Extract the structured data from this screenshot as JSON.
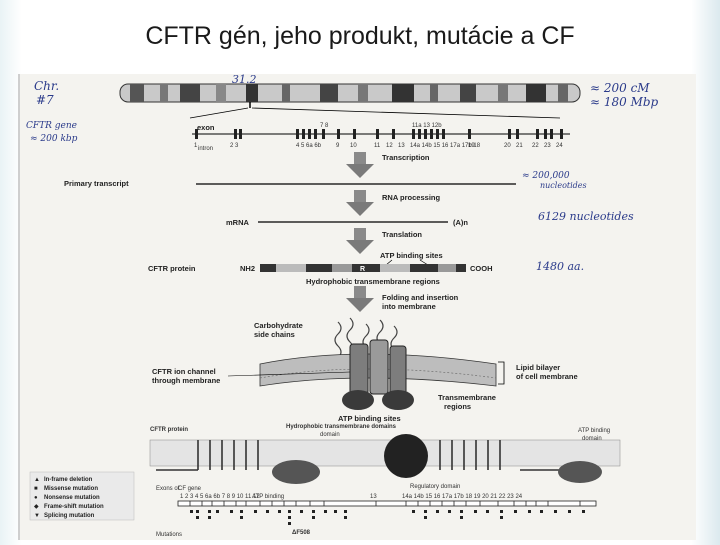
{
  "slide": {
    "title": "CFTR gén, jeho produkt, mutácie a CF"
  },
  "handwritten": {
    "chr_line1": "Chr.",
    "chr_line2": "#7",
    "band": "31.2",
    "size_cm": "≈ 200 cM",
    "size_mbp": "≈ 180 Mbp",
    "gene_line1": "CFTR gene",
    "gene_line2": "≈ 200 kbp",
    "transcript_len_1": "≈ 200,000",
    "transcript_len_2": "nucleotides",
    "mrna_len": "6129 nucleotides",
    "protein_len": "1480 aa."
  },
  "gene_map": {
    "exon_label": "exon",
    "intron_label": "intron",
    "exon_numbers_top": [
      "7 8",
      "11a 13 12b"
    ],
    "exon_numbers_bottom": [
      "1",
      "2 3",
      "4 5 6a 6b",
      "9",
      "10",
      "11",
      "12",
      "13",
      "14a 14b 15 16 17a 17b 18",
      "19",
      "20",
      "21",
      "22",
      "23",
      "24"
    ]
  },
  "flow": {
    "transcription": "Transcription",
    "primary_transcript": "Primary transcript",
    "rna_processing": "RNA processing",
    "mrna": "mRNA",
    "poly_a": "(A)n",
    "translation": "Translation",
    "atp_sites": "ATP binding sites",
    "cftr_protein": "CFTR protein",
    "nh2": "NH2",
    "cooh": "COOH",
    "r_domain": "R",
    "hydrophobic": "Hydrophobic transmembrane regions",
    "folding_1": "Folding and insertion",
    "folding_2": "into membrane"
  },
  "membrane": {
    "carbohydrate_1": "Carbohydrate",
    "carbohydrate_2": "side chains",
    "channel_1": "CFTR ion channel",
    "channel_2": "through membrane",
    "lipid_1": "Lipid bilayer",
    "lipid_2": "of cell membrane",
    "transmembrane_1": "Transmembrane",
    "transmembrane_2": "regions",
    "atp_sites_bottom": "ATP binding sites"
  },
  "domains": {
    "cftr_protein": "CFTR protein",
    "hydrophobic_domains": "Hydrophobic transmembrane domains",
    "atp_domain_left_1": "ATP binding",
    "atp_domain_left_2": "domain",
    "atp_domain_right_1": "ATP binding",
    "atp_domain_right_2": "domain",
    "regulatory": "Regulatory domain",
    "exons_of_cf_gene_1": "Exons of",
    "exons_of_cf_gene_2": "CF gene",
    "exon_scale_left": "1    2  3  4  5  6a  6b   7    8  9  10  11  12",
    "exon_scale_mid": "13",
    "exon_scale_right": "14a 14b 15 16 17a 17b 18  19   20 21 22 23      24",
    "mutations": "Mutations",
    "delta_f508": "ΔF508"
  },
  "legend": {
    "items": [
      {
        "symbol": "▲",
        "label": "In-frame deletion"
      },
      {
        "symbol": "■",
        "label": "Missense mutation"
      },
      {
        "symbol": "●",
        "label": "Nonsense mutation"
      },
      {
        "symbol": "◆",
        "label": "Frame-shift mutation"
      },
      {
        "symbol": "▼",
        "label": "Splicing mutation"
      }
    ]
  }
}
